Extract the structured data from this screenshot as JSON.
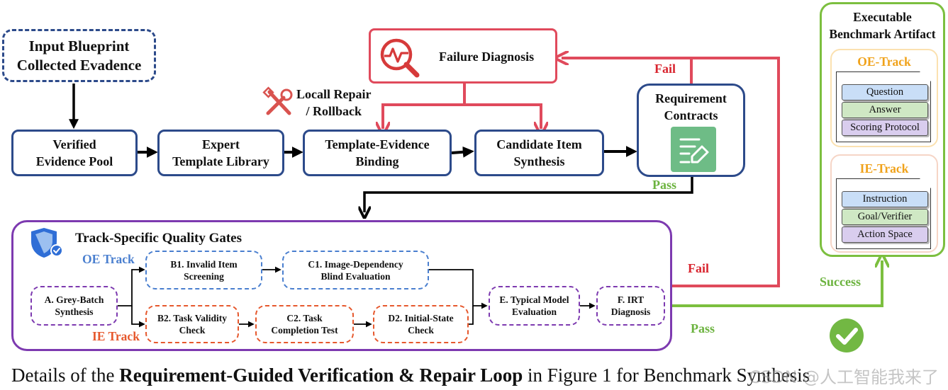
{
  "diagram": {
    "nodes": {
      "input": "Input Blueprint\nCollected Evadence",
      "verified_pool": "Verified\nEvidence Pool",
      "template_library": "Expert\nTemplate Library",
      "binding": "Template-Evidence\nBinding",
      "synthesis": "Candidate Item\nSynthesis",
      "contracts": "Requirement\nContracts",
      "failure": "Failure Diagnosis"
    },
    "repair_label": "Locall Repair\n/ Rollback",
    "edge_labels": {
      "fail_top": "Fail",
      "pass_top": "Pass",
      "fail_right": "Fail",
      "pass_right": "Pass",
      "success": "Success"
    },
    "quality_gates": {
      "title": "Track-Specific Quality Gates",
      "oe_track": "OE Track",
      "ie_track": "IE Track",
      "a": "A. Grey-Batch\nSynthesis",
      "b1": "B1. Invalid Item\nScreening",
      "c1": "C1. Image-Dependency\nBlind Evaluation",
      "b2": "B2. Task Validity\nCheck",
      "c2": "C2. Task\nCompletion Test",
      "d2": "D2. Initial-State\nCheck",
      "e": "E. Typical Model\nEvaluation",
      "f": "F. IRT\nDiagnosis"
    },
    "artifact": {
      "title": "Executable\nBenchmark Artifact",
      "oe_title": "OE-Track",
      "oe_items": [
        "Question",
        "Answer",
        "Scoring Protocol"
      ],
      "ie_title": "IE-Track",
      "ie_items": [
        "Instruction",
        "Goal/Verifier",
        "Action Space"
      ]
    },
    "caption": {
      "prefix": "Details of the ",
      "bold": "Requirement-Guided Verification & Repair Loop",
      "suffix": " in Figure 1 for Benchmark Synthesis"
    },
    "watermark": "CSDN @人工智能我来了",
    "colors": {
      "navy": "#2c4a8a",
      "red": "#e04a5c",
      "green": "#7cbf3f",
      "purple": "#7d3ab0",
      "orange": "#e6582d",
      "blue": "#4a7fcf"
    }
  }
}
